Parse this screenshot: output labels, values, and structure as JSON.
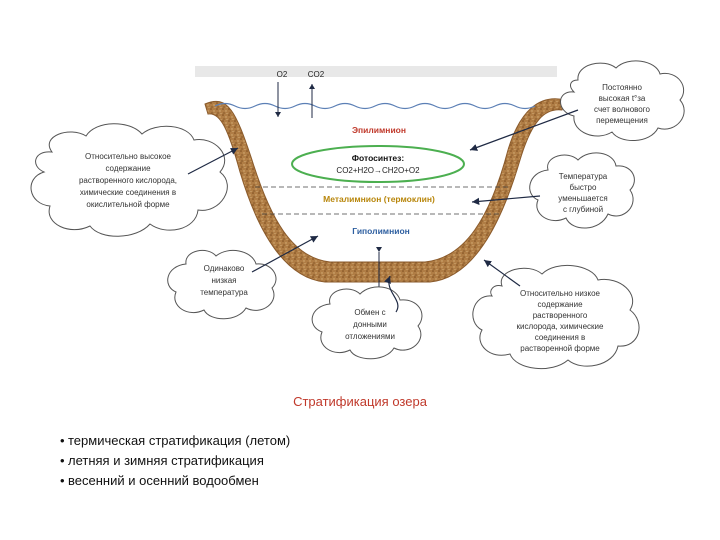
{
  "gases": {
    "o2": "O2",
    "co2": "CO2"
  },
  "layers": {
    "epilimnion": "Эпилимнион",
    "metalimnion": "Металимнион (термоклин)",
    "hypolimnion": "Гиполимнион"
  },
  "photosynthesis": {
    "title": "Фотосинтез:",
    "equation": "CO2+H2O→CH2O+O2"
  },
  "clouds": {
    "left_top": [
      "Относительно высокое",
      "содержание",
      "растворенного кислорода,",
      "химические соединения в",
      "окислительной форме"
    ],
    "right_top": [
      "Постоянно",
      "высокая t°за",
      "счет волнового",
      "перемещения"
    ],
    "right_mid": [
      "Температура",
      "быстро",
      "уменьшается",
      "с глубиной"
    ],
    "left_bottom": [
      "Одинаково",
      "низкая",
      "температура"
    ],
    "center_bottom": [
      "Обмен с",
      "донными",
      "отложениями"
    ],
    "right_bottom": [
      "Относительно низкое",
      "содержание",
      "растворенного",
      "кислорода, химические",
      "соединения в",
      "растворенной форме"
    ]
  },
  "caption": "Стратификация озера",
  "bullets": [
    "термическая стратификация (летом)",
    "летняя и зимняя стратификация",
    "весенний и осенний водообмен"
  ],
  "colors": {
    "sediment": "#a4733e",
    "epilimnion_label": "#c0392b",
    "metalimnion_label": "#b8860b",
    "hypolimnion_label": "#2e5fa0",
    "photosynthesis_oval": "#4caf50",
    "water_line": "#5b7fb5",
    "caption": "#c0392b"
  }
}
